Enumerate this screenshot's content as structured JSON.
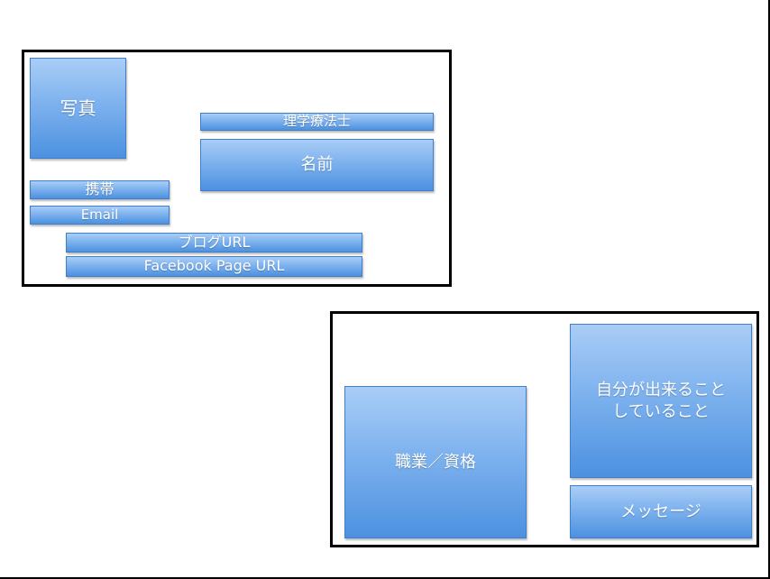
{
  "card1": {
    "photo": "写真",
    "title": "理学療法士",
    "name": "名前",
    "mobile": "携帯",
    "email": "Email",
    "blog_url": "ブログURL",
    "facebook_url": "Facebook Page URL"
  },
  "card2": {
    "occupation": "職業／資格",
    "abilities": "自分が出来ること\nしていること",
    "message": "メッセージ"
  },
  "colors": {
    "box_top": "#a9cdf6",
    "box_bottom": "#4c91e0",
    "box_border": "#3f7fcc",
    "card_border": "#000000"
  }
}
